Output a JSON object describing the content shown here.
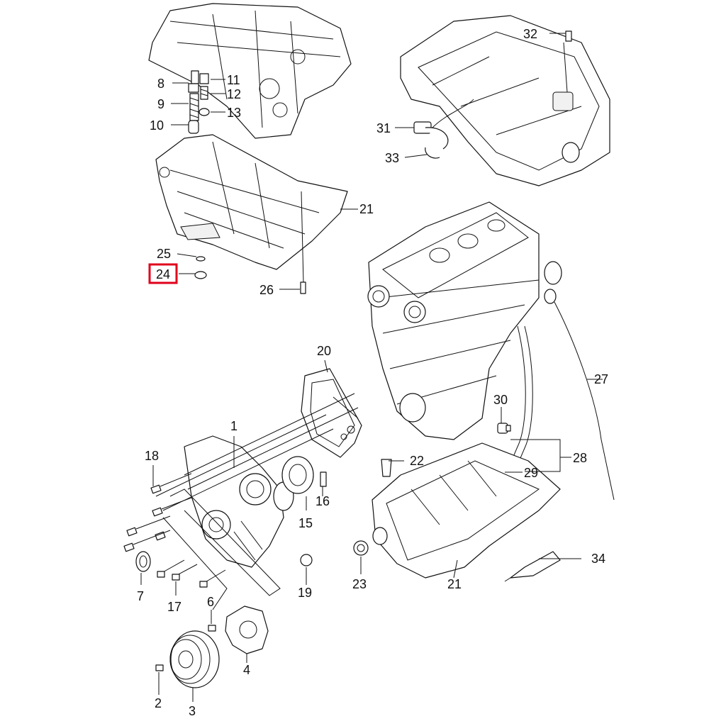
{
  "diagram": {
    "highlight_color": "#e0001b",
    "highlighted_callout": "24",
    "callouts": {
      "c1": "1",
      "c2": "2",
      "c3": "3",
      "c4": "4",
      "c6": "6",
      "c7": "7",
      "c8": "8",
      "c9": "9",
      "c10": "10",
      "c11": "11",
      "c12": "12",
      "c13": "13",
      "c15": "15",
      "c16": "16",
      "c17": "17",
      "c18": "18",
      "c19": "19",
      "c20": "20",
      "c21a": "21",
      "c21b": "21",
      "c22": "22",
      "c23": "23",
      "c24": "24",
      "c25": "25",
      "c26": "26",
      "c27": "27",
      "c28": "28",
      "c29": "29",
      "c30": "30",
      "c31": "31",
      "c32": "32",
      "c33": "33",
      "c34": "34"
    }
  }
}
